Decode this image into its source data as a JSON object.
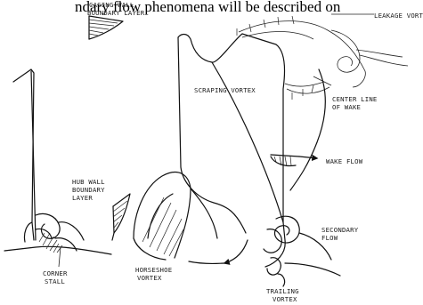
{
  "header_text": "ndary flow phenomena will be described on",
  "labels": {
    "casing_wall_boundary_layer": [
      "CASING WALL",
      "BOUNDARY LAYER"
    ],
    "leakage_vortex": "LEAKAGE VORTEX",
    "scraping_vortex": "SCRAPING VORTEX",
    "center_line_of_wake": [
      "CENTER LINE",
      "OF WAKE"
    ],
    "wake_flow": "WAKE FLOW",
    "hub_wall_boundary_layer": [
      "HUB WALL",
      "BOUNDARY",
      "LAYER"
    ],
    "secondary_flow": [
      "SECONDARY",
      "FLOW"
    ],
    "corner_stall": [
      "CORNER",
      "STALL"
    ],
    "horseshoe_vortex": [
      "HORSESHOE",
      "VORTEX"
    ],
    "trailing_vortex": [
      "TRAILING",
      "VORTEX"
    ]
  }
}
